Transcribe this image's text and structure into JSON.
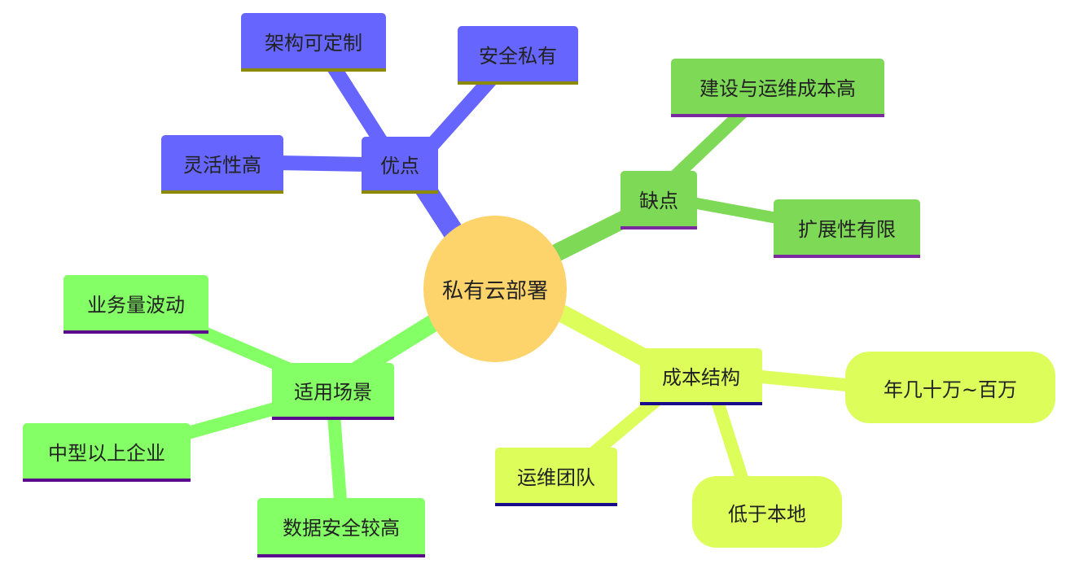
{
  "colors": {
    "center": "#fdd36b",
    "blue_branch": "#6666ff",
    "green_branch": "#7ed957",
    "yellowgreen_branch": "#ddfd5a",
    "lightgreen_branch": "#85ff66"
  },
  "mindmap": {
    "root": "私有云部署",
    "branches": {
      "advantages": {
        "label": "优点",
        "children": [
          "架构可定制",
          "安全私有",
          "灵活性高"
        ]
      },
      "disadvantages": {
        "label": "缺点",
        "children": [
          "建设与运维成本高",
          "扩展性有限"
        ]
      },
      "cost": {
        "label": "成本结构",
        "children": [
          "年几十万~百万",
          "运维团队",
          "低于本地"
        ]
      },
      "scenarios": {
        "label": "适用场景",
        "children": [
          "业务量波动",
          "中型以上企业",
          "数据安全较高"
        ]
      }
    }
  }
}
